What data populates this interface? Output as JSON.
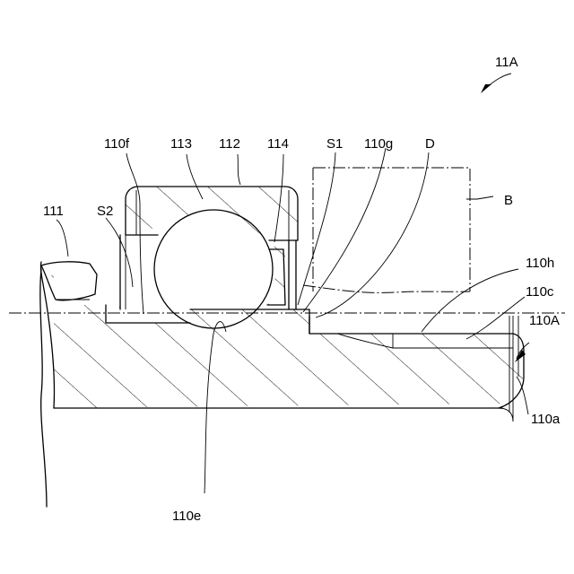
{
  "labels": {
    "assembly": "11A",
    "inner_ring_flange": "110f",
    "ball": "113",
    "outer_ring": "112",
    "retainer": "114",
    "gap_s1": "S1",
    "step": "110g",
    "diameter_d": "D",
    "part_b": "B",
    "shaft_end": "111",
    "gap_s2": "S2",
    "surface_h": "110h",
    "surface_c": "110c",
    "member": "110A",
    "end_face": "110a",
    "raceway": "110e"
  }
}
